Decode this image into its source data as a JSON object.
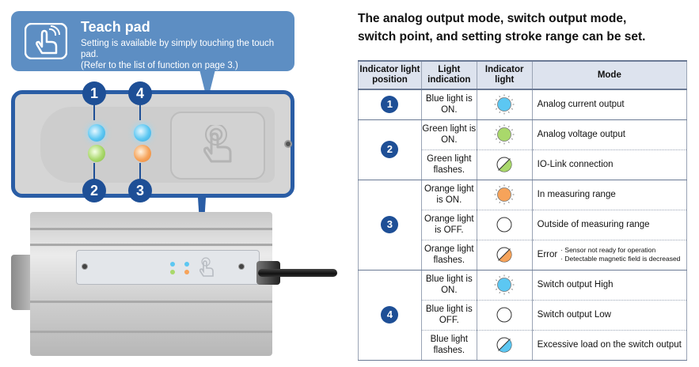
{
  "callout": {
    "title": "Teach pad",
    "line1": "Setting is available by simply touching the touch pad.",
    "line2": "(Refer to the list of function on page 3.)"
  },
  "figure": {
    "badges": [
      "1",
      "4",
      "2",
      "3"
    ]
  },
  "heading": {
    "line1": "The analog output mode, switch output mode,",
    "line2": "switch point, and setting stroke range can be set."
  },
  "table": {
    "headers": {
      "position": "Indicator light position",
      "indication": "Light indication",
      "light": "Indicator light",
      "mode": "Mode"
    },
    "rows": [
      {
        "pos": "1",
        "indication": "Blue light is ON.",
        "lamp": "blue-on",
        "mode": "Analog current output"
      },
      {
        "pos": "2",
        "indication": "Green light is ON.",
        "lamp": "green-on",
        "mode": "Analog voltage output"
      },
      {
        "pos": "",
        "indication": "Green light flashes.",
        "lamp": "green-flash",
        "mode": "IO-Link connection"
      },
      {
        "pos": "3",
        "indication": "Orange light is ON.",
        "lamp": "orange-on",
        "mode": "In measuring range"
      },
      {
        "pos": "",
        "indication": "Orange light is OFF.",
        "lamp": "off",
        "mode": "Outside of measuring range"
      },
      {
        "pos": "",
        "indication": "Orange light flashes.",
        "lamp": "orange-flash",
        "mode": "Error",
        "notes": [
          "· Sensor not ready for operation",
          "· Detectable magnetic field is decreased"
        ]
      },
      {
        "pos": "4",
        "indication": "Blue light is ON.",
        "lamp": "blue-on",
        "mode": "Switch output  High"
      },
      {
        "pos": "",
        "indication": "Blue light is OFF.",
        "lamp": "off",
        "mode": "Switch output  Low"
      },
      {
        "pos": "",
        "indication": "Blue light flashes.",
        "lamp": "blue-flash",
        "mode": "Excessive load on the switch output"
      }
    ]
  },
  "colors": {
    "blue": "#5cc7f2",
    "green": "#a9d86b",
    "orange": "#f6a35a",
    "badge": "#1e4f96",
    "callout": "#5d8ec3"
  }
}
